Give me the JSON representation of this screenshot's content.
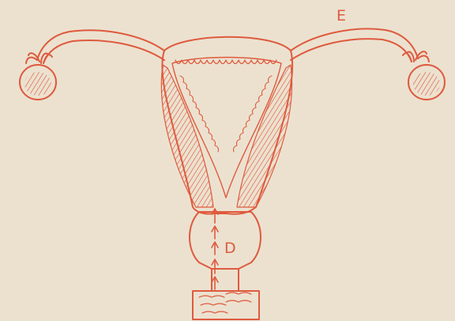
{
  "illustration": {
    "subject": "uterus-and-fallopian-tubes",
    "ink_color": "#de5a3e",
    "paper_color": "#ece1cf",
    "labels": {
      "tube": "E",
      "canal": "D"
    }
  }
}
